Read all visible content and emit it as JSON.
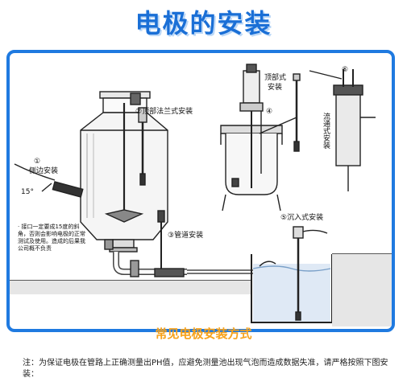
{
  "title": "电极的安装",
  "labels": {
    "flange": "②顶部法兰式安装",
    "side_num": "①",
    "side": "侧边安装",
    "angle": "15°",
    "warning": "· 接口一定要成15度的斜角，否则会影响电极的正常测试及使用。造成的后果我公司概不负责",
    "pipe": "③管道安装",
    "top_a": "顶部式",
    "top_b": "安装",
    "num4": "④",
    "num6": "⑥",
    "flow": "流通式安装",
    "sink": "⑤沉入式安装"
  },
  "subtitle": "常见电极安装方式",
  "note": "注：为保证电极在管路上正确测量出PH值，应避免测量池出现气泡而造成数据失准，请严格按照下图安装：",
  "colors": {
    "frame": "#1f7ae0",
    "title": "#1a6fd6",
    "subtitle": "#f7a21b"
  }
}
